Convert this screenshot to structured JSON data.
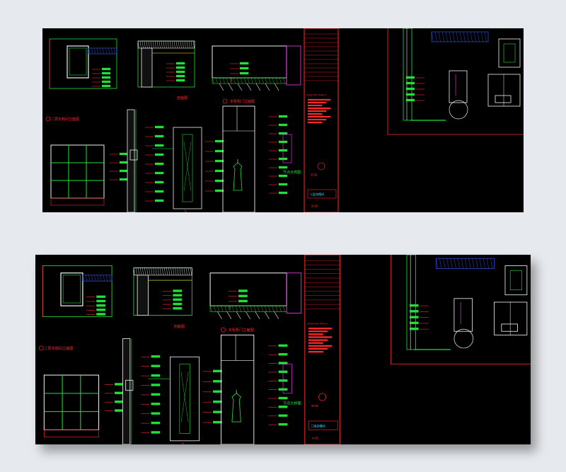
{
  "sheets": [
    {
      "id": "top",
      "captions": {
        "elev1": "二层衣帽间立面图",
        "elev2": "衣柜柜门立面图",
        "sect": "剖面图",
        "detail": "节点大样图",
        "n1": "1",
        "n2": "2",
        "n3": "3"
      },
      "title_block": {
        "company": "深圳某设计装饰工程有限公司",
        "stamp": "施工图",
        "project": "二层衣帽间",
        "sheet_no": "A-05"
      }
    },
    {
      "id": "bottom",
      "captions": {
        "elev1": "二层衣帽间立面图",
        "elev2": "衣柜柜门立面图",
        "sect": "剖面图",
        "detail": "节点大样图",
        "n1": "1",
        "n2": "2",
        "n3": "3"
      },
      "title_block": {
        "company": "深圳某设计装饰工程有限公司",
        "stamp": "施工图",
        "project": "二层衣帽间",
        "sheet_no": "A-05"
      }
    }
  ],
  "colors": {
    "background": "#000000",
    "red": "#ff2a2a",
    "green": "#22e03a",
    "white": "#f0f0f0",
    "blue": "#3a5cff",
    "magenta": "#ff33ff",
    "cyan": "#33e6ff",
    "yellow": "#ffff33"
  }
}
